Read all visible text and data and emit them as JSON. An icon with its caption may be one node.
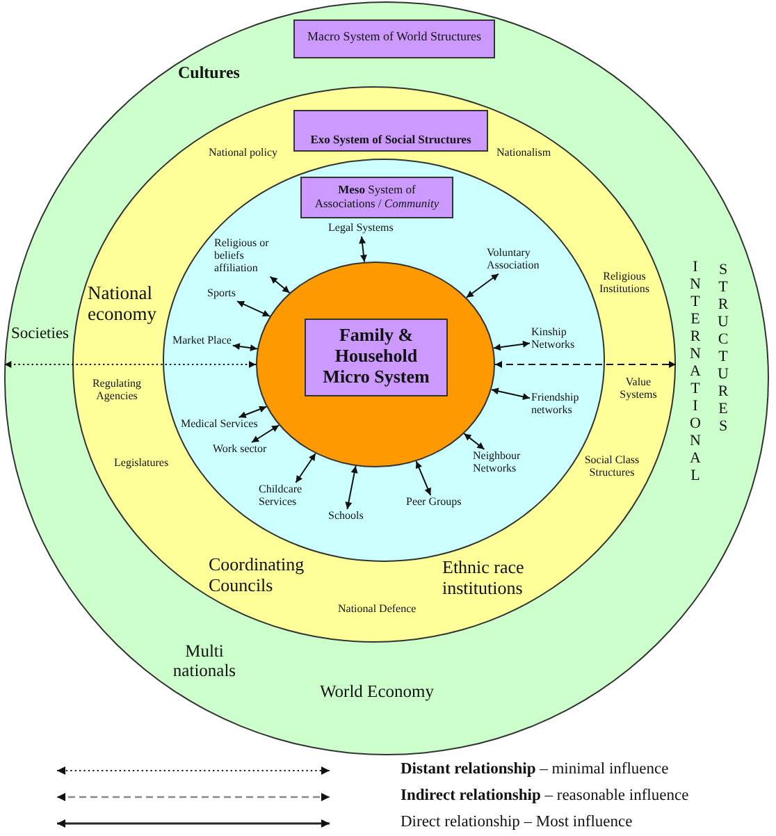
{
  "diagram": {
    "nodes": [
      {
        "text": [
          "Cultures",
          "Societies",
          "INTERNATIONAL",
          "STRUCTURES",
          "Multi nationals",
          "World Economy"
        ]
      },
      {
        "text": [
          "Macro System of World Structures"
        ],
        "in": 0
      },
      {
        "text": [
          "National policy",
          "Nationalism",
          "National economy",
          "Religious Institutions",
          "Regulating Agencies",
          "Value Systems",
          "Legislatures",
          "Social Class Structures",
          "Coordinating Councils",
          "Ethnic race institutions",
          "National Defence"
        ],
        "in": 0
      },
      {
        "text": [
          "Exo System of Social Structures"
        ],
        "in": 2
      },
      {
        "text": [],
        "shape": "circle",
        "in": 2
      },
      {
        "text": [
          "**Meso** System of Associations / *Community*"
        ],
        "in": 4
      },
      {
        "text": [],
        "shape": "circle",
        "in": 4
      },
      {
        "text": [
          "Family & Household Micro System"
        ],
        "in": 6
      },
      {
        "text": [
          "Legal Systems"
        ],
        "in": 4
      },
      {
        "text": [
          "Religious or beliefs affiliation"
        ],
        "in": 4
      },
      {
        "text": [
          "Voluntary Association"
        ],
        "in": 4
      },
      {
        "text": [
          "Sports"
        ],
        "in": 4
      },
      {
        "text": [
          "Kinship Networks"
        ],
        "in": 4
      },
      {
        "text": [
          "Market Place"
        ],
        "in": 4
      },
      {
        "text": [
          "Friendship networks"
        ],
        "in": 4
      },
      {
        "text": [
          "Medical Services"
        ],
        "in": 4
      },
      {
        "text": [
          "Work sector"
        ],
        "in": 4
      },
      {
        "text": [
          "Neighbour Networks"
        ],
        "in": 4
      },
      {
        "text": [
          "Childcare Services"
        ],
        "in": 4
      },
      {
        "text": [
          "Peer Groups"
        ],
        "in": 4
      },
      {
        "text": [
          "Schools"
        ],
        "in": 4
      }
    ],
    "edges": [
      {
        "from": 6,
        "to": 8,
        "arrow": "both"
      },
      {
        "from": 6,
        "to": 9,
        "arrow": "both"
      },
      {
        "from": 6,
        "to": 10,
        "arrow": "both"
      },
      {
        "from": 6,
        "to": 11,
        "arrow": "both"
      },
      {
        "from": 6,
        "to": 12,
        "arrow": "both"
      },
      {
        "from": 6,
        "to": 13,
        "arrow": "both"
      },
      {
        "from": 6,
        "to": 14,
        "arrow": "both"
      },
      {
        "from": 6,
        "to": 15,
        "arrow": "both"
      },
      {
        "from": 6,
        "to": 16,
        "arrow": "both"
      },
      {
        "from": 6,
        "to": 17,
        "arrow": "both"
      },
      {
        "from": 6,
        "to": 18,
        "arrow": "both"
      },
      {
        "from": 6,
        "to": 19,
        "arrow": "both"
      },
      {
        "from": 6,
        "to": 20,
        "arrow": "both"
      },
      {
        "from": 6,
        "to": 0,
        "arrow": "both",
        "style": "dashed"
      },
      {
        "from": 6,
        "to": 2,
        "arrow": "both",
        "style": "dashed"
      }
    ],
    "legend": [
      {
        "text": "**Distant relationship** – minimal influence"
      },
      {
        "text": "**Indirect relationship** – reasonable influence"
      },
      {
        "text": "Direct relationship – Most influence"
      }
    ]
  }
}
